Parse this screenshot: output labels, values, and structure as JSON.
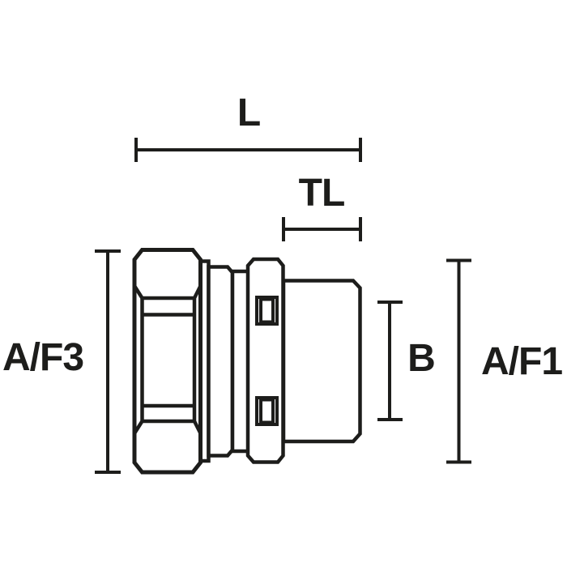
{
  "diagram": {
    "type": "technical-drawing",
    "subject": "conduit-adaptor-fitting-side-view",
    "dimension_labels": {
      "overall_length": "L",
      "thread_length": "TL",
      "across_flats_3": "A/F3",
      "bore": "B",
      "across_flats_1": "A/F1"
    },
    "colors": {
      "line": "#1d1d1b",
      "background": "#ffffff"
    }
  }
}
